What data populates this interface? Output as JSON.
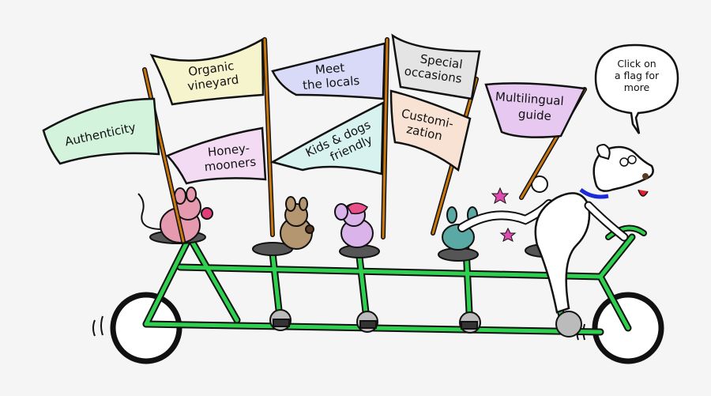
{
  "speech_bubble": {
    "lines": [
      "Click on",
      "a flag for",
      "more"
    ]
  },
  "flags": [
    {
      "id": "authenticity",
      "label_lines": [
        "Authenticity"
      ],
      "color": "#d4f3dc"
    },
    {
      "id": "organic-vineyard",
      "label_lines": [
        "Organic",
        "vineyard"
      ],
      "color": "#f6f4cc"
    },
    {
      "id": "honeymooners",
      "label_lines": [
        "Honey-",
        "mooners"
      ],
      "color": "#f3dcf3"
    },
    {
      "id": "meet-the-locals",
      "label_lines": [
        "Meet",
        "the locals"
      ],
      "color": "#d9daf7"
    },
    {
      "id": "kids-dogs-friendly",
      "label_lines": [
        "Kids & dogs",
        "friendly"
      ],
      "color": "#d8f3ef"
    },
    {
      "id": "special-occasions",
      "label_lines": [
        "Special",
        "occasions"
      ],
      "color": "#e4e4e4"
    },
    {
      "id": "customization",
      "label_lines": [
        "Customi-",
        "zation"
      ],
      "color": "#f7e2d4"
    },
    {
      "id": "multilingual-guide",
      "label_lines": [
        "Multilingual",
        "guide"
      ],
      "color": "#e7c8f0"
    }
  ],
  "colors": {
    "background": "#f5f5f5",
    "bike_frame": "#2fcf4f",
    "pole": "#c9780f",
    "outline": "#111111"
  }
}
